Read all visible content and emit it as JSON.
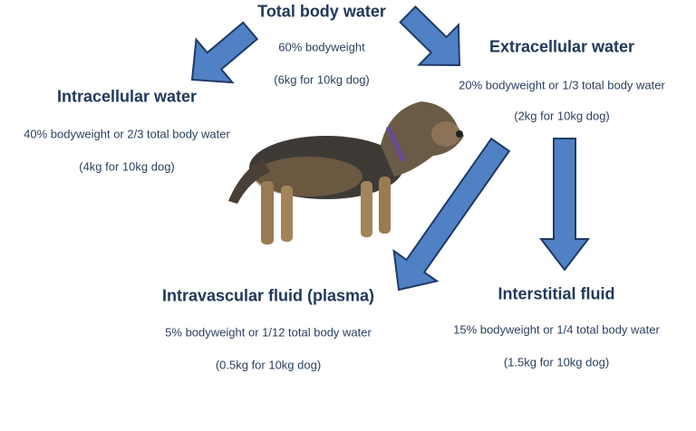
{
  "colors": {
    "arrow_fill": "#4f81c4",
    "arrow_stroke": "#1f3a66",
    "text": "#22385a"
  },
  "total": {
    "title": "Total body water",
    "line1": "60% bodyweight",
    "line2": "(6kg for 10kg dog)"
  },
  "extracellular": {
    "title": "Extracellular water",
    "line1": "20% bodyweight or 1/3 total body water",
    "line2": "(2kg for 10kg dog)"
  },
  "intracellular": {
    "title": "Intracellular water",
    "line1": "40% bodyweight or 2/3 total body water",
    "line2": "(4kg for 10kg dog)"
  },
  "intravascular": {
    "title": "Intravascular fluid (plasma)",
    "line1": "5% bodyweight or 1/12 total body water",
    "line2": "(0.5kg for 10kg dog)"
  },
  "interstitial": {
    "title": "Interstitial fluid",
    "line1": "15% bodyweight or 1/4 total body water",
    "line2": "(1.5kg for 10kg dog)"
  }
}
